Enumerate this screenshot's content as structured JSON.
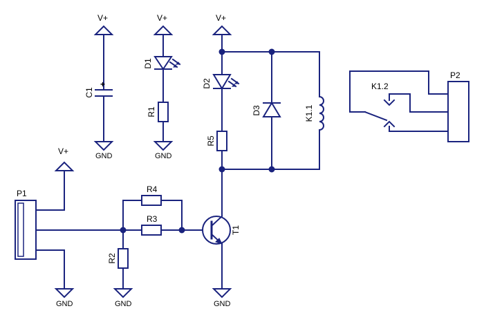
{
  "colors": {
    "wire": "#1a237e",
    "text": "#000000",
    "background": "#ffffff"
  },
  "power": {
    "vplus": "V+",
    "gnd": "GND"
  },
  "components": {
    "c1": "C1",
    "d1": "D1",
    "d2": "D2",
    "d3": "D3",
    "r1": "R1",
    "r2": "R2",
    "r3": "R3",
    "r4": "R4",
    "r5": "R5",
    "t1": "T1",
    "k1_1": "K1.1",
    "k1_2": "K1.2",
    "p1": "P1",
    "p2": "P2"
  }
}
